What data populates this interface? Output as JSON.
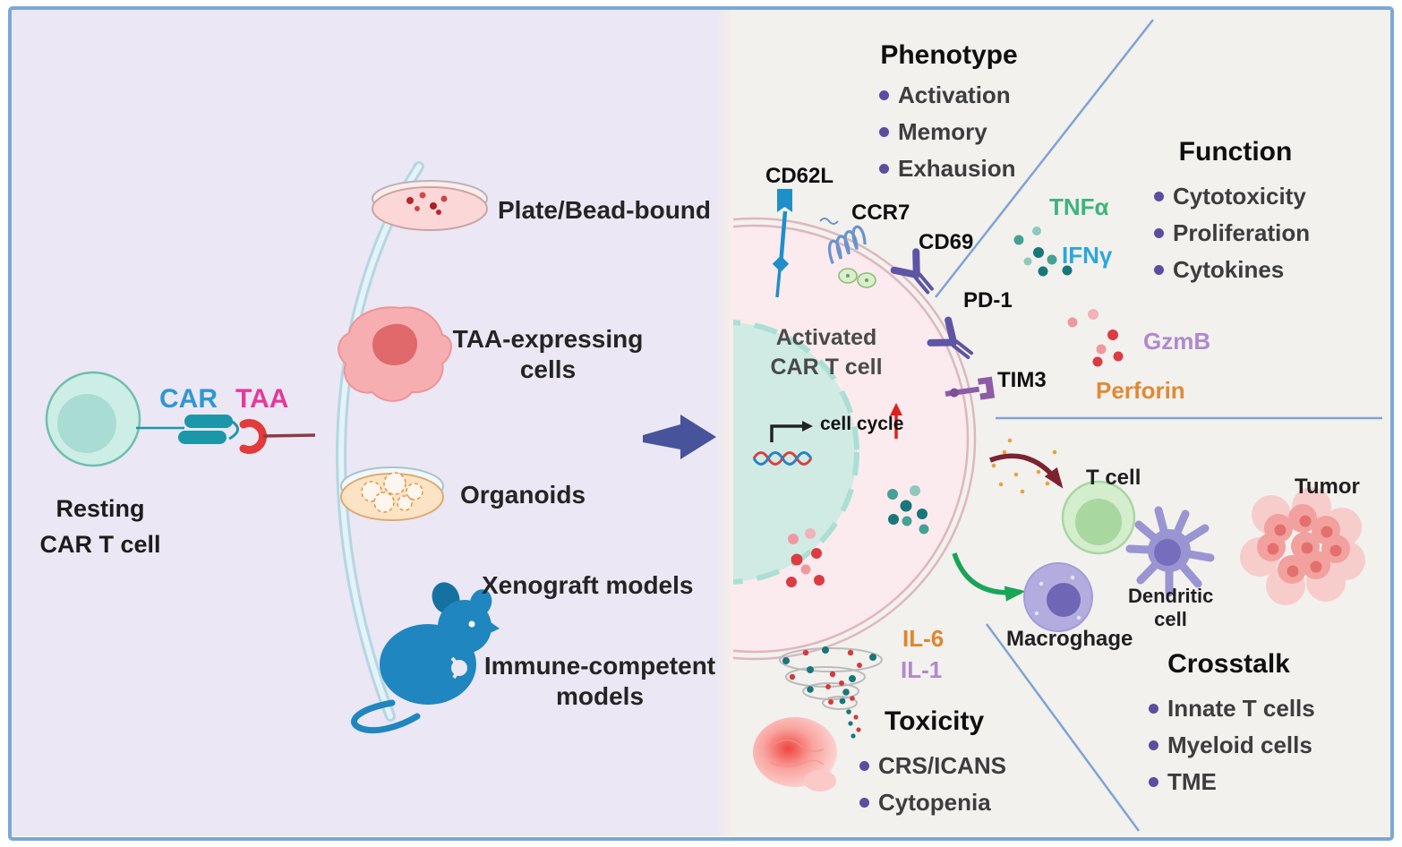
{
  "colors": {
    "frame": "#7ba7d7",
    "left_bg": "#ebe7f4",
    "right_bg": "#f2f1ee",
    "divider": "#7fa3d4",
    "car_blue": "#2e97d3",
    "taa_pink": "#e5399b",
    "bullet_purple": "#5b4ea0",
    "tnfa_green": "#3cb47e",
    "ifng_blue": "#2aa7dd",
    "gzmb_purple": "#b289cc",
    "perforin_orange": "#e08a35",
    "il6_orange": "#e0862e",
    "il1_purple": "#b289cc",
    "cell_cycle_red": "#e02020"
  },
  "left_panel": {
    "car_label": "CAR",
    "taa_label": "TAA",
    "resting_cell_label": "Resting CAR T cell",
    "methods": [
      {
        "label": "Plate/Bead-bound"
      },
      {
        "label": "TAA-expressing cells"
      },
      {
        "label": "Organoids"
      },
      {
        "label": "Xenograft models"
      },
      {
        "label": "Immune-competent models"
      }
    ]
  },
  "activated_cell": {
    "label_line1": "Activated",
    "label_line2": "CAR T cell",
    "cell_cycle_label": "cell cycle",
    "receptors": [
      {
        "label": "CD62L"
      },
      {
        "label": "CCR7"
      },
      {
        "label": "CD69"
      },
      {
        "label": "PD-1"
      },
      {
        "label": "TIM3"
      }
    ]
  },
  "sections": {
    "phenotype": {
      "title": "Phenotype",
      "items": [
        "Activation",
        "Memory",
        "Exhausion"
      ]
    },
    "function": {
      "title": "Function",
      "items": [
        "Cytotoxicity",
        "Proliferation",
        "Cytokines"
      ]
    },
    "crosstalk": {
      "title": "Crosstalk",
      "items": [
        "Innate T cells",
        "Myeloid cells",
        "TME"
      ]
    },
    "toxicity": {
      "title": "Toxicity",
      "items": [
        "CRS/ICANS",
        "Cytopenia"
      ]
    }
  },
  "molecules": {
    "tnfa": "TNFα",
    "ifng": "IFNγ",
    "gzmb": "GzmB",
    "perforin": "Perforin",
    "il6": "IL-6",
    "il1": "IL-1"
  },
  "crosstalk_cells": {
    "t_cell": "T cell",
    "dendritic_cell": "Dendritic cell",
    "macrophage": "Macroghage",
    "tumor": "Tumor"
  }
}
